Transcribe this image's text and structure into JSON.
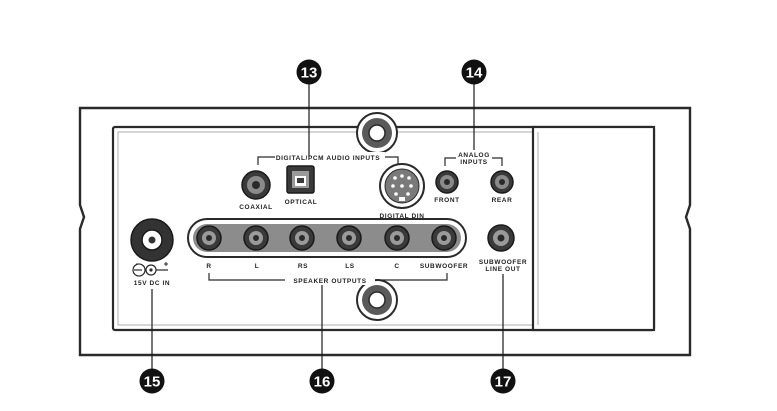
{
  "callouts": {
    "c13": "13",
    "c14": "14",
    "c15": "15",
    "c16": "16",
    "c17": "17"
  },
  "labels": {
    "digital_inputs_group": "DIGITAL/PCM AUDIO INPUTS",
    "coaxial": "COAXIAL",
    "optical": "OPTICAL",
    "digital_din": "DIGITAL DIN",
    "analog_inputs_line1": "ANALOG",
    "analog_inputs_line2": "INPUTS",
    "front": "FRONT",
    "rear": "REAR",
    "dc_in": "15V DC IN",
    "speaker_outputs_group": "SPEAKER OUTPUTS",
    "r": "R",
    "l": "L",
    "rs": "RS",
    "ls": "LS",
    "c": "C",
    "subwoofer": "SUBWOOFER",
    "subwoofer_line_out_line1": "SUBWOOFER",
    "subwoofer_line_out_line2": "LINE OUT"
  },
  "colors": {
    "panel_fill": "#ffffff",
    "panel_stroke": "#2a2a2a",
    "jack_dark": "#3a3a3a",
    "jack_mid": "#8a8a8a",
    "callout_fill": "#111111"
  }
}
